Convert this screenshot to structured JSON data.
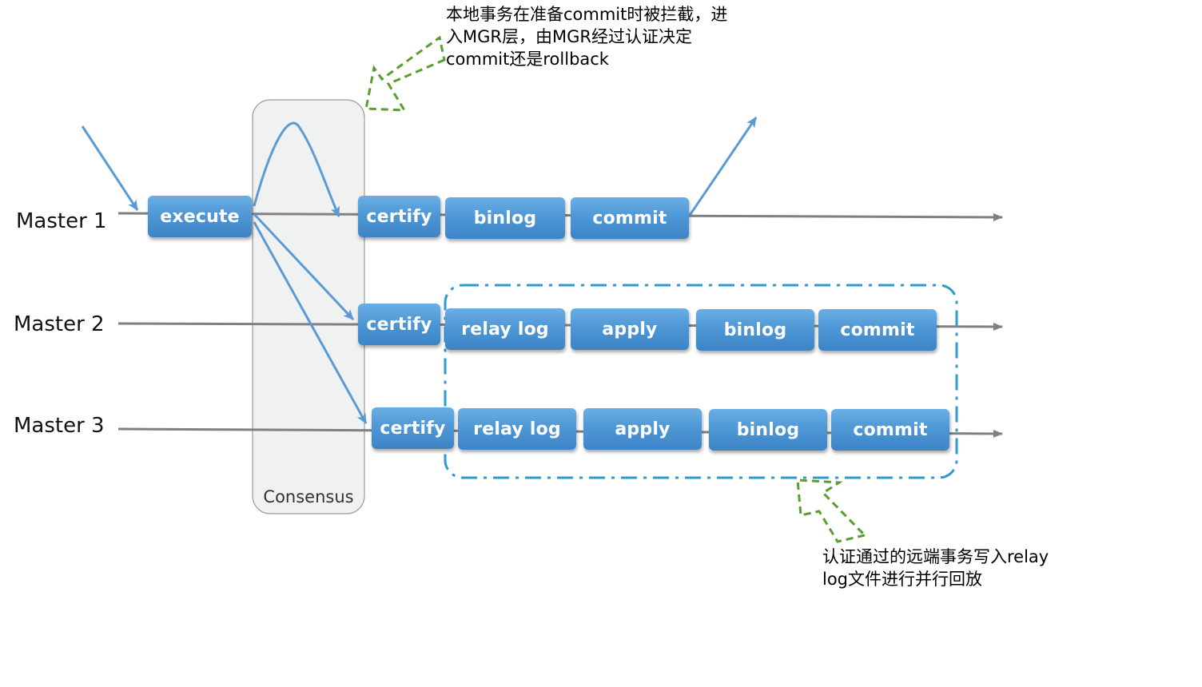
{
  "rows": [
    {
      "label": "Master 1"
    },
    {
      "label": "Master 2"
    },
    {
      "label": "Master 3"
    }
  ],
  "consensus": {
    "label": "Consensus"
  },
  "master1_steps": [
    "execute",
    "certify",
    "binlog",
    "commit"
  ],
  "master2_steps": [
    "certify",
    "relay log",
    "apply",
    "binlog",
    "commit"
  ],
  "master3_steps": [
    "certify",
    "relay log",
    "apply",
    "binlog",
    "commit"
  ],
  "notes": {
    "top": [
      "本地事务在准备commit时被拦截，进",
      "入MGR层，由MGR经过认证决定",
      "commit还是rollback"
    ],
    "bottom": [
      "认证通过的远端事务写入relay",
      "log文件进行并行回放"
    ]
  },
  "colors": {
    "box_blue": "#4f98d6",
    "flow_arrow": "#5b9bd5",
    "timeline": "#808080",
    "consensus_fill": "#f0f1f1",
    "callout_green": "#5a9e2f",
    "dashdot_border": "#2b9bd0"
  }
}
